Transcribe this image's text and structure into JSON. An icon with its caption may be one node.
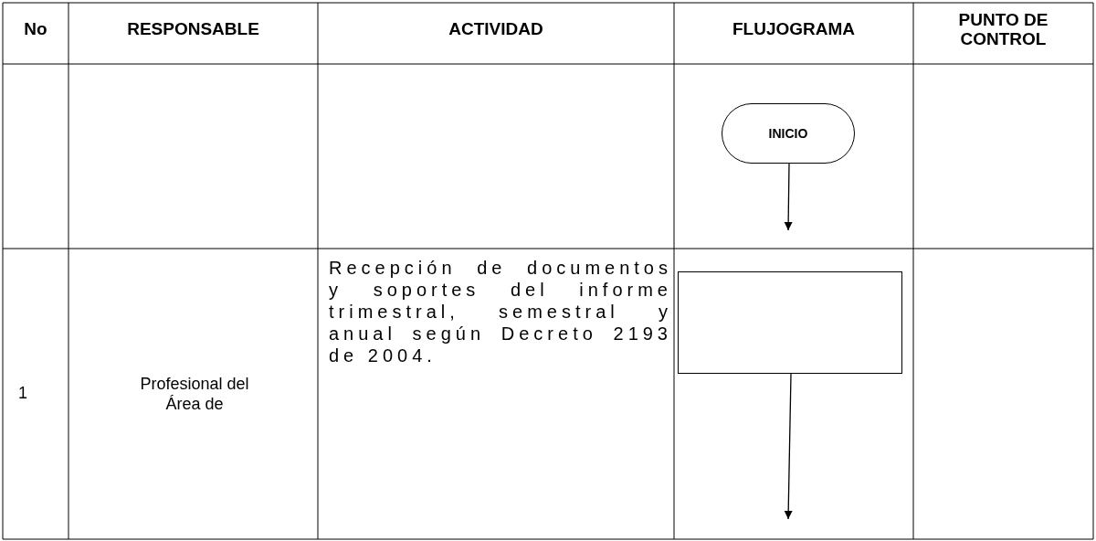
{
  "diagram": {
    "nodes": [
      {
        "text": [
          "INICIO"
        ]
      },
      {
        "text": [],
        "shape": "box"
      }
    ],
    "edges": [
      {
        "from": 0,
        "to": null,
        "arrow": "to"
      },
      {
        "from": 1,
        "to": null,
        "arrow": "to"
      }
    ],
    "labels": [
      "No",
      "RESPONSABLE",
      "ACTIVIDAD",
      "FLUJOGRAMA",
      "PUNTO DE CONTROL",
      "1",
      "Profesional del Área de",
      "Recepción de documentos y soportes del informe trimestral, semestral y anual según Decreto 2193 de 2004."
    ]
  }
}
